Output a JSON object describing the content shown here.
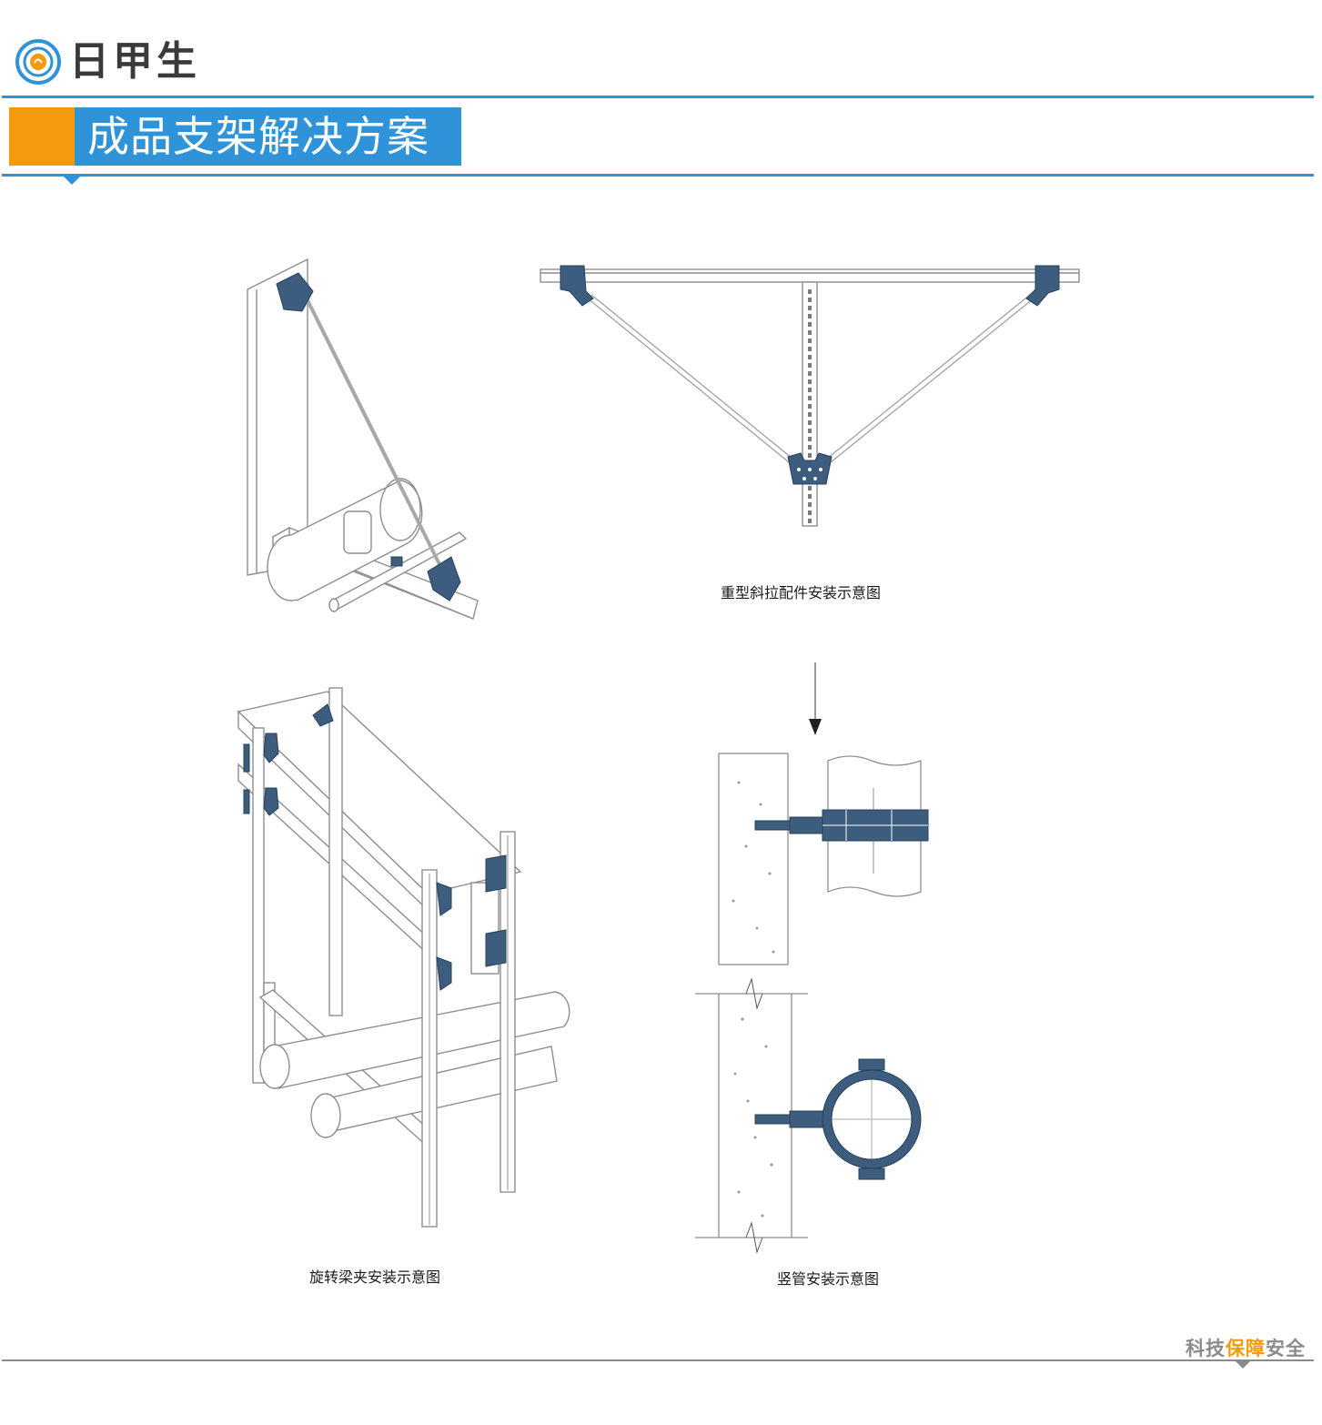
{
  "brand": {
    "name": "日甲生",
    "accent_blue": "#2f93d9",
    "accent_orange": "#f59a0c"
  },
  "title": "成品支架解决方案",
  "figures": [
    {
      "id": "wall-bracket",
      "caption": ""
    },
    {
      "id": "heavy-diagonal",
      "caption": "重型斜拉配件安装示意图"
    },
    {
      "id": "rotating-beam-clamp",
      "caption": "旋转梁夹安装示意图"
    },
    {
      "id": "riser-pipe",
      "caption": "竖管安装示意图"
    }
  ],
  "footer": {
    "slogan_part1": "科技",
    "slogan_part2": "保障",
    "slogan_part3": "安全"
  },
  "icons": [
    "logo-icon",
    "arrow-down-icon",
    "break-line-icon"
  ]
}
